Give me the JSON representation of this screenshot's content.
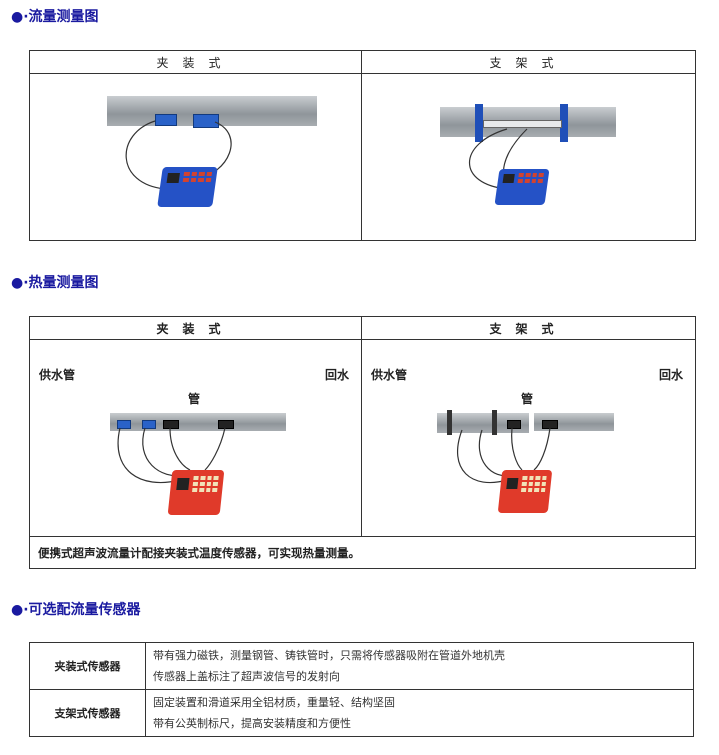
{
  "sections": {
    "flow": {
      "bullet": "●",
      "title": "·流量测量图"
    },
    "heat": {
      "bullet": "●",
      "title": "·热量测量图"
    },
    "sensors": {
      "bullet": "●",
      "title": "·可选配流量传感器"
    }
  },
  "flow_table": {
    "col1_header": "夹装式",
    "col2_header": "支架式"
  },
  "heat_table": {
    "col1_header": "夹装式",
    "col2_header": "支架式",
    "supply_label": "供水管",
    "return_label_top": "回水",
    "return_label_bottom": "管",
    "note": "便携式超声波流量计配接夹装式温度传感器，可实现热量测量。"
  },
  "sensor_table": {
    "rows": [
      {
        "name": "夹装式传感器",
        "lines": [
          "带有强力磁铁，测量钢管、铸铁管时，只需将传感器吸附在管道外地机壳",
          "传感器上盖标注了超声波信号的发射向"
        ]
      },
      {
        "name": "支架式传感器",
        "lines": [
          "固定装置和滑道采用全铝材质，重量轻、结构坚固",
          "带有公英制标尺，提高安装精度和方便性"
        ]
      }
    ]
  },
  "colors": {
    "title": "#1a1aa0",
    "meter_blue": "#2552c6",
    "meter_red": "#e03a2a"
  }
}
